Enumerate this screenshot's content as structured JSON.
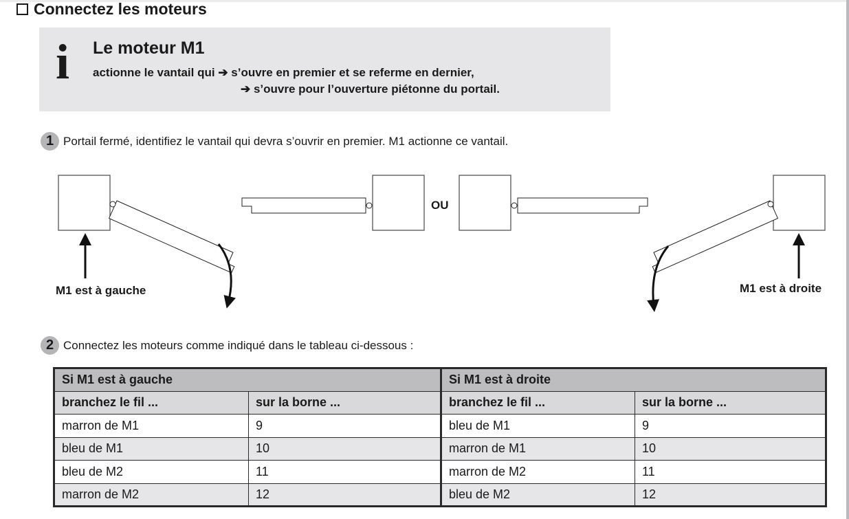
{
  "section_title": "Connectez les moteurs",
  "info": {
    "icon": "info-icon",
    "title": "Le moteur M1",
    "line1": "actionne le vantail qui ➔ s’ouvre en premier et se referme en dernier,",
    "line2": "➔ s’ouvre pour l’ouverture piétonne du portail."
  },
  "step1": {
    "number": "1",
    "text": "Portail fermé, identifiez le vantail qui devra s’ouvrir en premier. M1 actionne ce vantail."
  },
  "diagram": {
    "left_label": "M1 est à gauche",
    "or_label": "OU",
    "right_label": "M1 est à droite"
  },
  "step2": {
    "number": "2",
    "text": "Connectez les moteurs comme indiqué dans le tableau ci-dessous :"
  },
  "table": {
    "left_title": "Si M1 est à gauche",
    "right_title": "Si M1 est à droite",
    "col_wire": "branchez le fil ...",
    "col_terminal": "sur la borne ...",
    "rows": [
      [
        "marron de M1",
        "9",
        "bleu de M1",
        "9"
      ],
      [
        "bleu de M1",
        "10",
        "marron de M1",
        "10"
      ],
      [
        "bleu de M2",
        "11",
        "marron de M2",
        "11"
      ],
      [
        "marron de M2",
        "12",
        "bleu de M2",
        "12"
      ]
    ]
  }
}
